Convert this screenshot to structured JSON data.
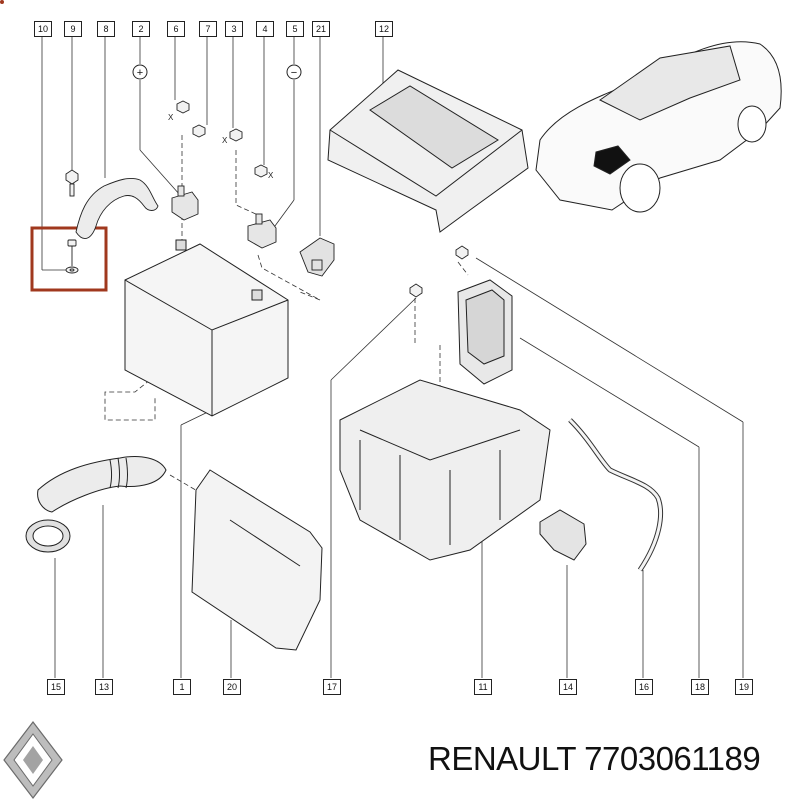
{
  "diagram": {
    "part_numbers": {
      "p10": "10",
      "p9": "9",
      "p8": "8",
      "p2": "2",
      "p6": "6",
      "p7": "7",
      "p3": "3",
      "p4": "4",
      "p5": "5",
      "p21": "21",
      "p12": "12",
      "p15": "15",
      "p13": "13",
      "p1": "1",
      "p20": "20",
      "p17": "17",
      "p11": "11",
      "p14": "14",
      "p16": "16",
      "p18": "18",
      "p19": "19"
    },
    "terminal_symbols": {
      "plus": "+",
      "minus": "−"
    },
    "callout_marks": {
      "x_mark": "X"
    }
  },
  "caption": {
    "brand": "RENAULT",
    "part_code": "7703061189"
  },
  "colors": {
    "highlight": "#a0381e",
    "line": "#222222",
    "part_fill": "#f2f2f2",
    "caption": "#111111"
  },
  "icons": {
    "logo": "renault-diamond-logo"
  }
}
